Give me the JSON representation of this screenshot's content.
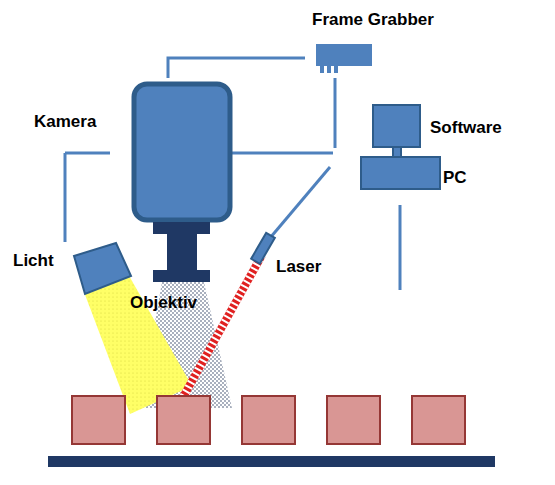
{
  "diagram": {
    "labels": [
      "Frame Grabber",
      "Kamera",
      "Software",
      "PC",
      "Licht",
      "Laser",
      "Objektiv"
    ]
  }
}
